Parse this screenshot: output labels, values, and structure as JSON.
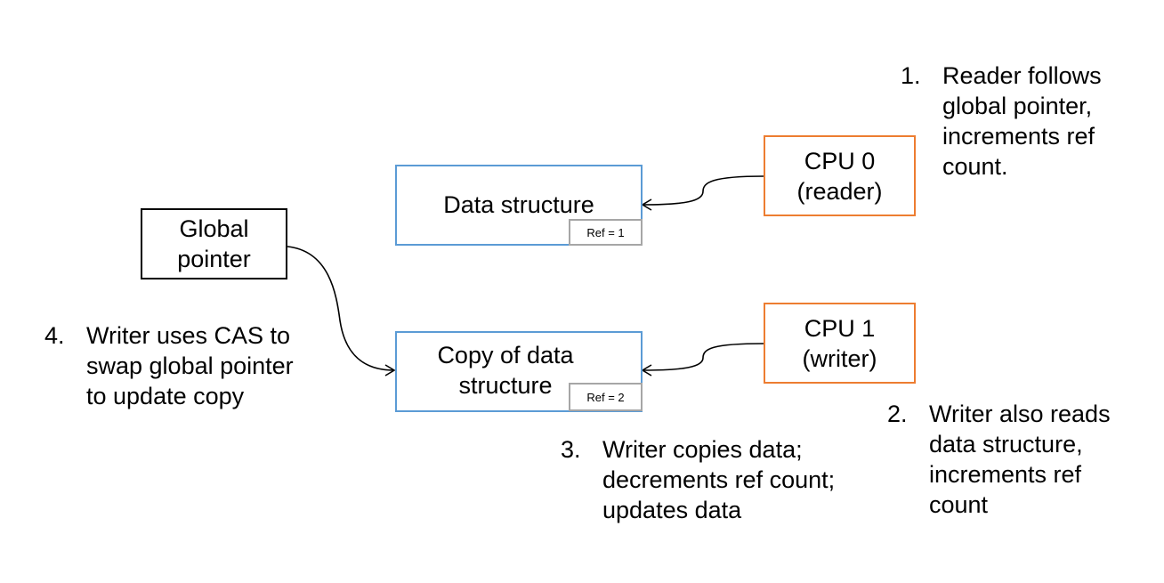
{
  "boxes": {
    "global_pointer": [
      "Global",
      "pointer"
    ],
    "data_structure": [
      "Data structure"
    ],
    "data_structure_ref": "Ref = 1",
    "copy": [
      "Copy of data",
      "structure"
    ],
    "copy_ref": "Ref = 2",
    "cpu0": [
      "CPU 0",
      "(reader)"
    ],
    "cpu1": [
      "CPU 1",
      "(writer)"
    ]
  },
  "notes": [
    {
      "num": "1.",
      "lines": [
        "Reader follows",
        "global pointer,",
        "increments ref",
        "count."
      ]
    },
    {
      "num": "2.",
      "lines": [
        "Writer also reads",
        "data structure,",
        "increments ref",
        "count"
      ]
    },
    {
      "num": "3.",
      "lines": [
        "Writer copies data;",
        "decrements ref count;",
        "updates data"
      ]
    },
    {
      "num": "4.",
      "lines": [
        "Writer uses CAS to",
        "swap global pointer",
        "to update copy"
      ]
    }
  ],
  "colors": {
    "blue_border": "#5b9bd5",
    "orange_border": "#ed7d31",
    "ref_border": "#a6a6a6"
  }
}
